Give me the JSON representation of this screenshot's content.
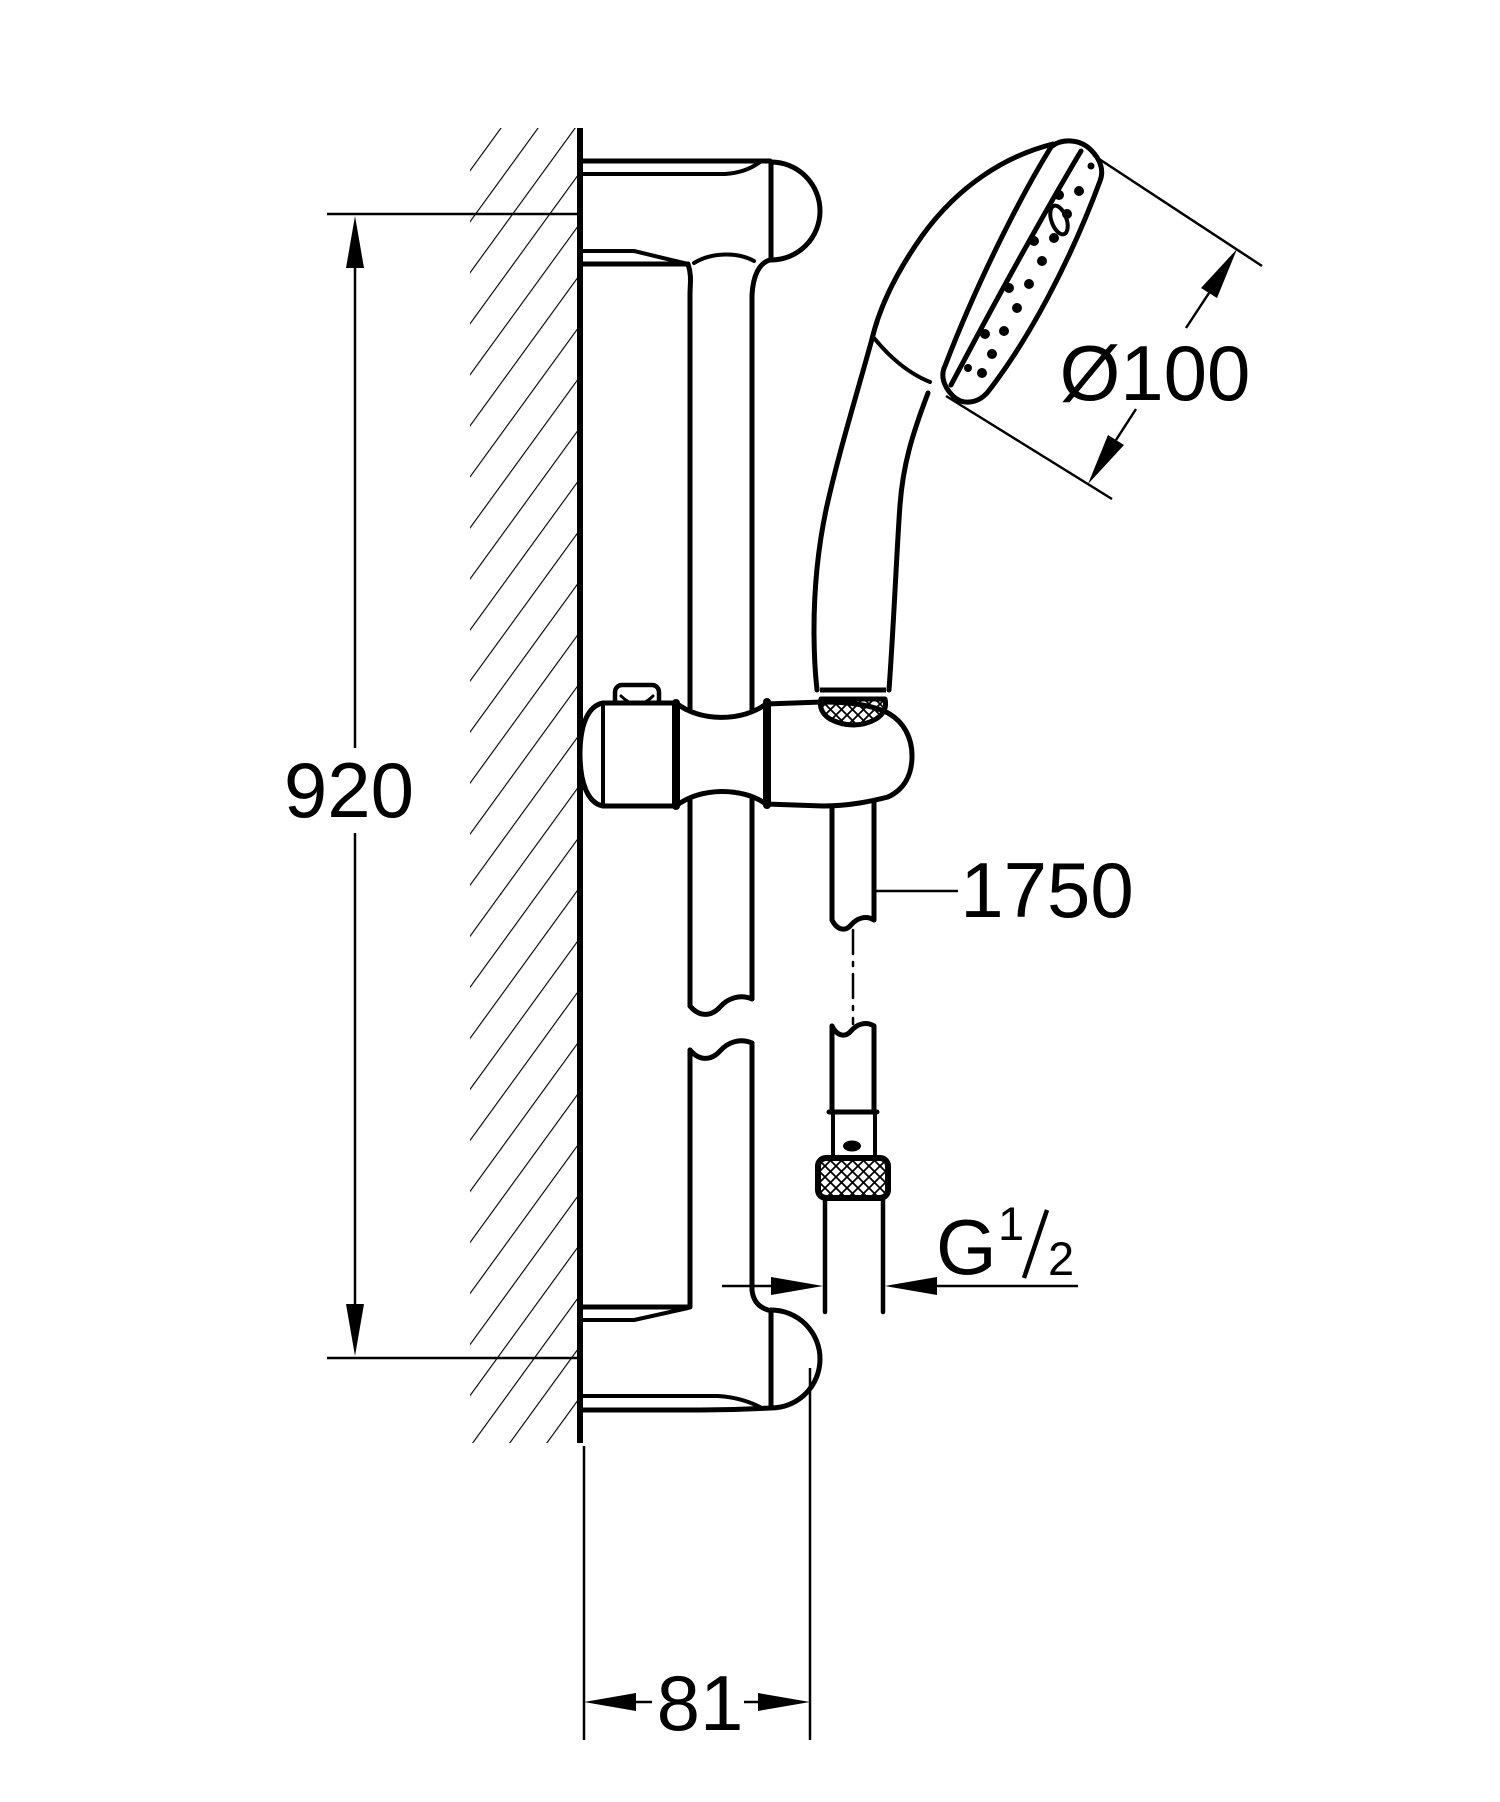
{
  "drawing": {
    "kind": "technical-dimension-drawing",
    "subject": "shower rail set with hand shower and hose, wall mounted",
    "ink_color": "#000000",
    "paper_color": "#ffffff",
    "dimensions": {
      "bar_height": "920",
      "head_diameter": "Ø100",
      "hose_length": "1750",
      "thread_letter": "G",
      "thread_numerator": "1",
      "thread_denominator": "2",
      "wall_depth": "81"
    }
  }
}
